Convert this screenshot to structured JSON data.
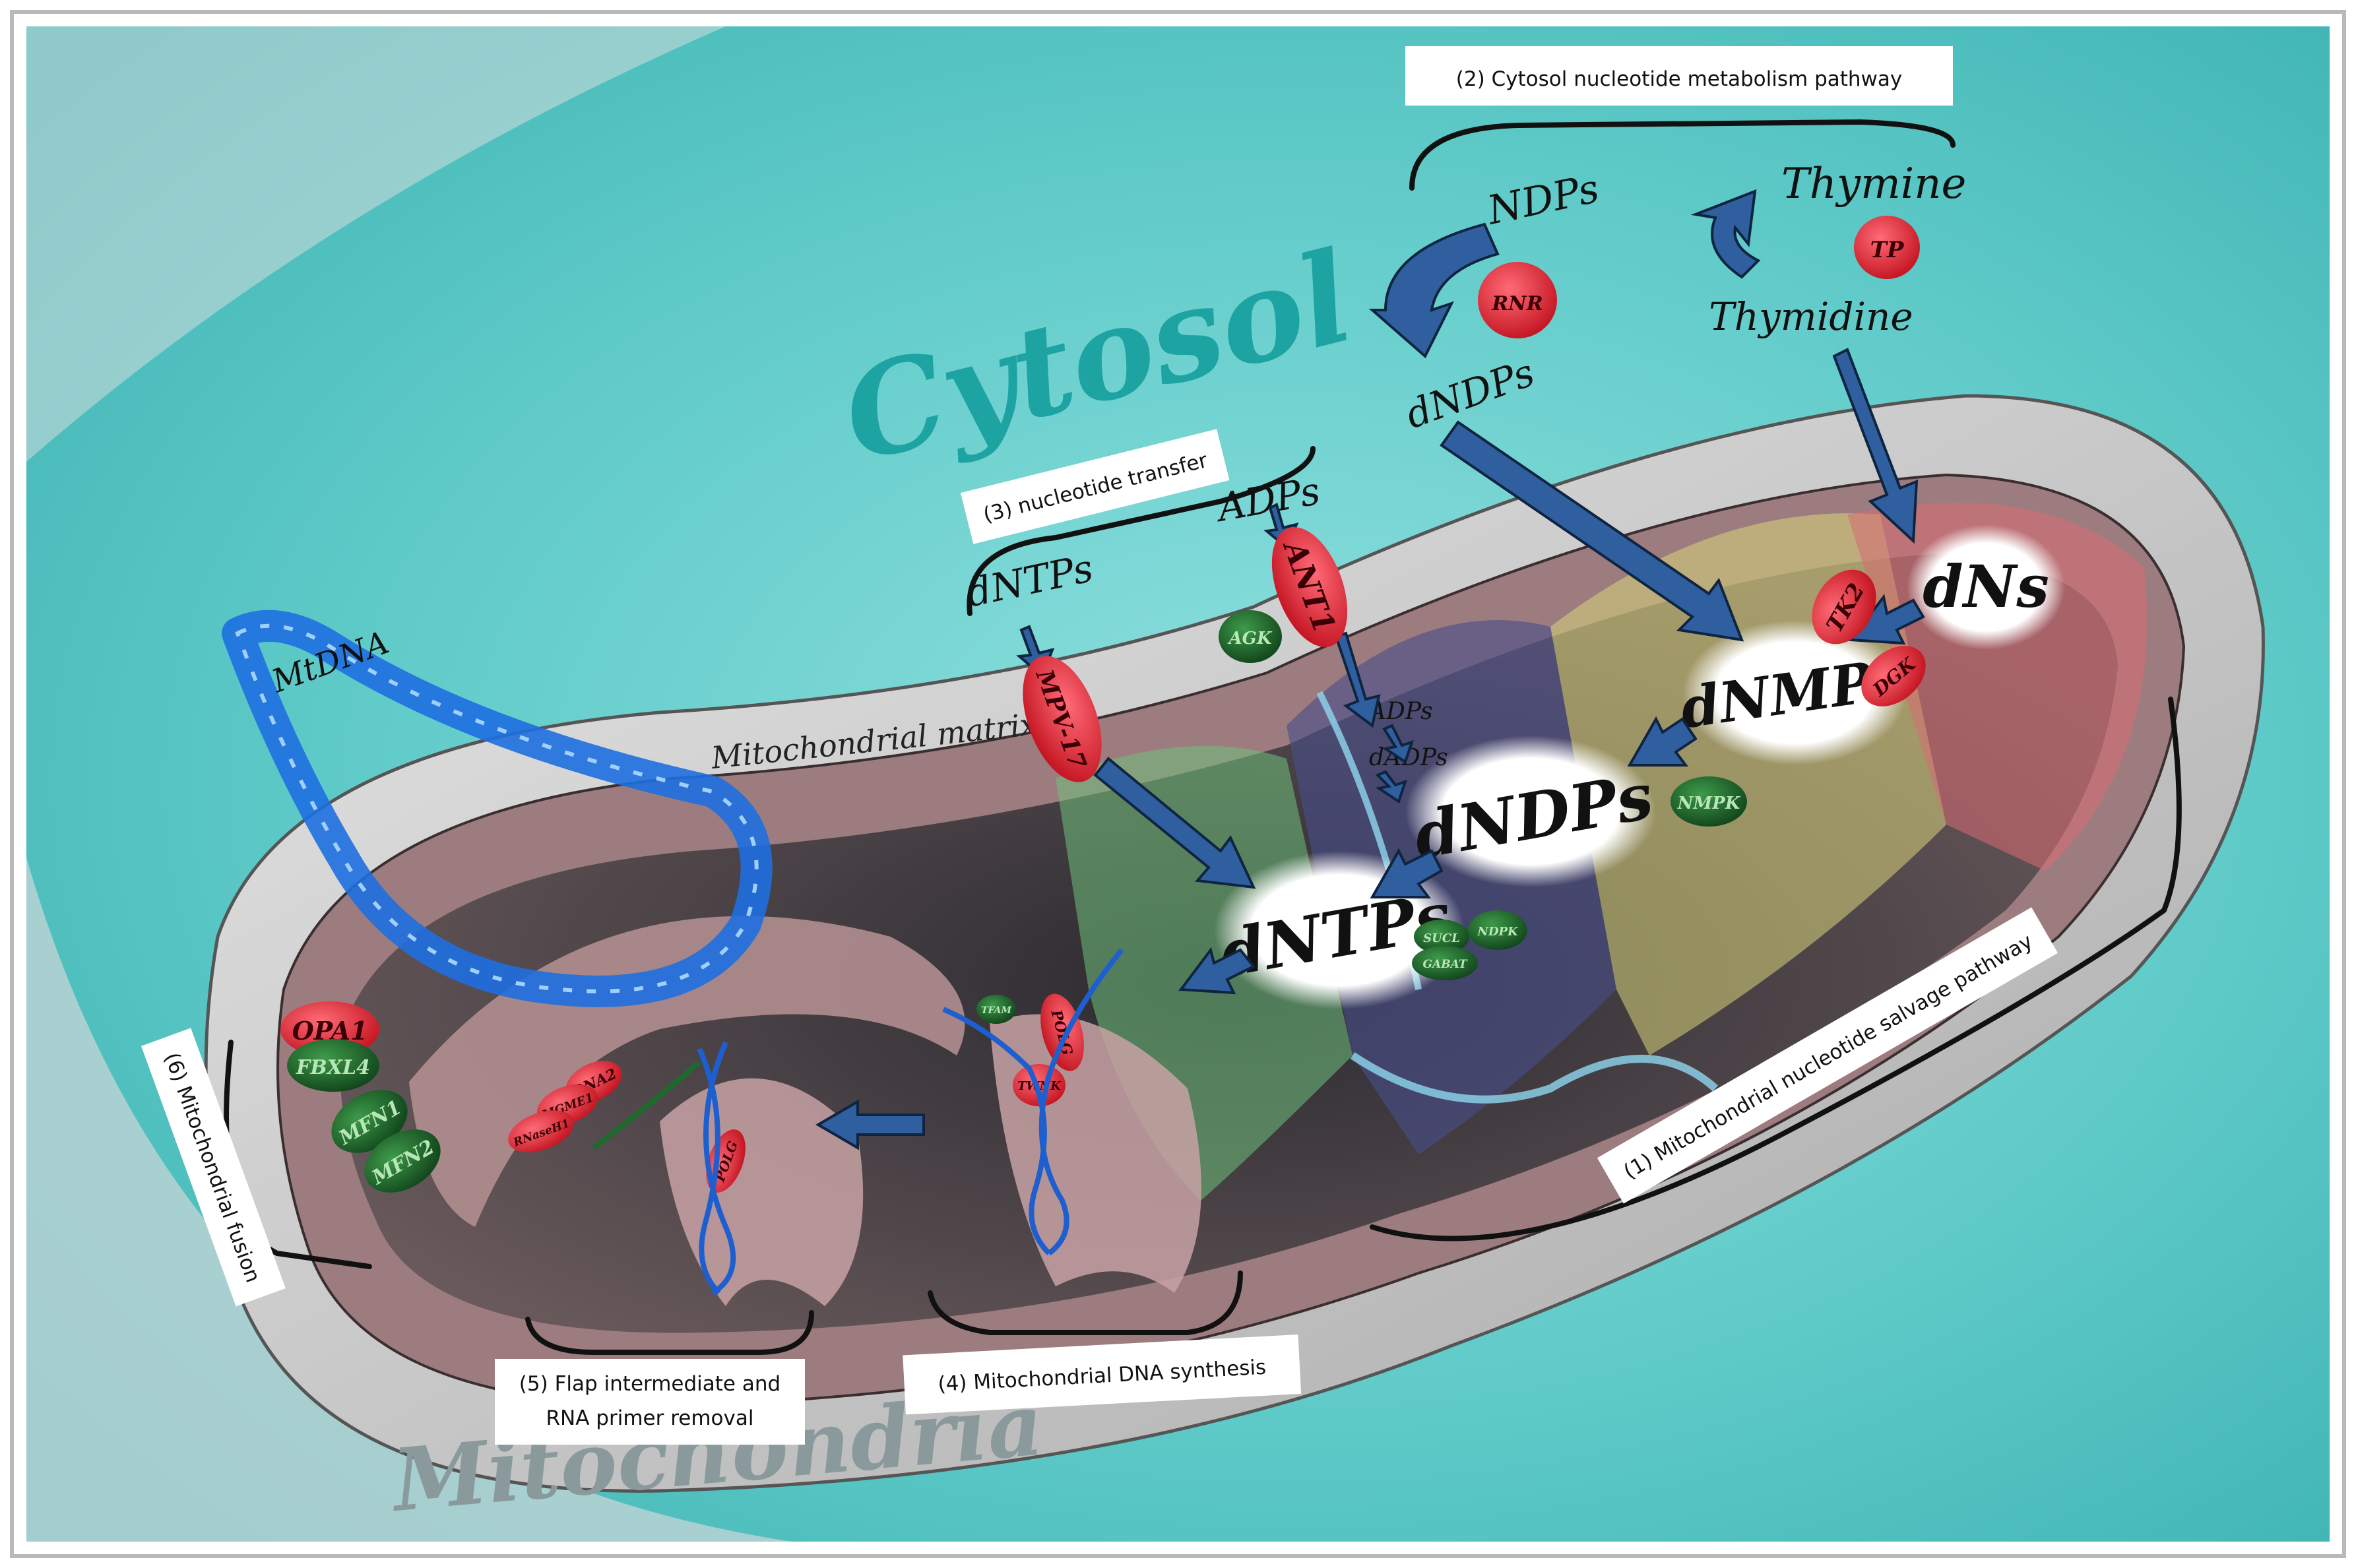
{
  "title_cytosol": "Cytosol",
  "title_mitochondria": "Mitochondria",
  "label_matrix": "Mitochondrial matrix",
  "label_mtdna": "MtDNA",
  "pathways": {
    "p1": "(1) Mitochondrial nucleotide salvage pathway",
    "p2": "(2) Cytosol nucleotide metabolism pathway",
    "p3": "(3) nucleotide transfer",
    "p4": "(4) Mitochondrial DNA synthesis",
    "p5_line1": "(5) Flap intermediate and",
    "p5_line2": "RNA primer removal",
    "p6": "(6) Mitochondrial fusion"
  },
  "metabolites": {
    "ndps": "NDPs",
    "thymine": "Thymine",
    "thymidine": "Thymidine",
    "dndps_cyto": "dNDPs",
    "adps_top": "ADPs",
    "dntps_top": "dNTPs",
    "adps_inner": "ADPs",
    "dadps_inner": "dADPs",
    "dns": "dNs",
    "dnmps": "dNMPs",
    "dndps": "dNDPs",
    "dntps": "dNTPs"
  },
  "proteins": {
    "rnr": "RNR",
    "tp": "TP",
    "ant1": "ANT1",
    "agk": "AGK",
    "mpv17": "MPV-17",
    "tk2": "TK2",
    "dgk": "DGK",
    "nmpk": "NMPK",
    "sucl": "SUCL",
    "gabat": "GABAT",
    "ndpk": "NDPK",
    "opa1": "OPA1",
    "fbxl4": "FBXL4",
    "mfn1": "MFN1",
    "mfn2": "MFN2",
    "dna2": "DNA2",
    "mgme1": "MGME1",
    "rnaseh": "RNaseH1",
    "polg_left": "POLG",
    "polg_right": "POLG",
    "twnk": "TWNK",
    "tfam": "TFAM"
  },
  "colors": {
    "cytosol_bg": "#5fc9c9",
    "protein_red": "#d9273a",
    "protein_green": "#1f6b2c",
    "arrow_blue": "#2f5f9e",
    "mtdna_blue": "#1e6fe0",
    "title_teal": "#1ea3a3"
  }
}
